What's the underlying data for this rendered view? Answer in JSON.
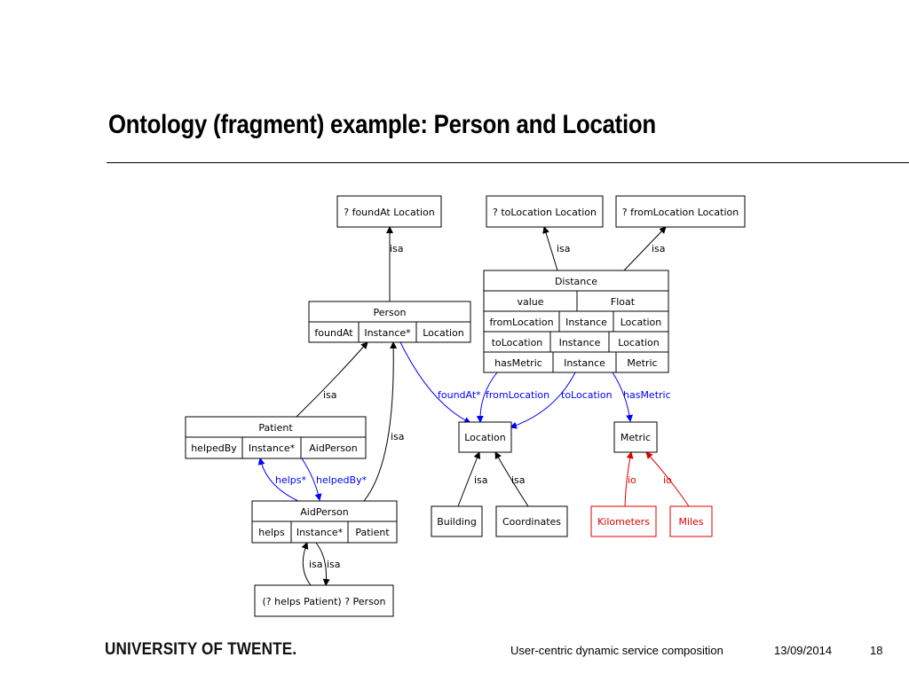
{
  "slide": {
    "title": "Ontology (fragment) example: Person and Location"
  },
  "diagram": {
    "nodes": {
      "found_at_location": "? foundAt Location",
      "to_location_location": "? toLocation Location",
      "from_location_location": "? fromLocation Location",
      "person": {
        "title": "Person",
        "row": [
          "foundAt",
          "Instance*",
          "Location"
        ]
      },
      "distance": {
        "title": "Distance",
        "row1": [
          "value",
          "Float"
        ],
        "row2": [
          "fromLocation",
          "Instance",
          "Location"
        ],
        "row3": [
          "toLocation",
          "Instance",
          "Location"
        ],
        "row4": [
          "hasMetric",
          "Instance",
          "Metric"
        ]
      },
      "patient": {
        "title": "Patient",
        "row": [
          "helpedBy",
          "Instance*",
          "AidPerson"
        ]
      },
      "location": "Location",
      "metric": "Metric",
      "aid_person": {
        "title": "AidPerson",
        "row": [
          "helps",
          "Instance*",
          "Patient"
        ]
      },
      "building": "Building",
      "coordinates": "Coordinates",
      "kilometers": "Kilometers",
      "miles": "Miles",
      "helps_patient_person": "(? helps Patient) ? Person"
    },
    "edge_labels": {
      "isa": "isa",
      "io": "io",
      "foundAt": "foundAt*",
      "fromLocation": "fromLocation",
      "toLocation": "toLocation",
      "hasMetric": "hasMetric",
      "helps": "helps*",
      "helpedBy": "helpedBy*"
    },
    "colors": {
      "black": "#000000",
      "blue": "#0000ff",
      "red": "#e00000"
    }
  },
  "footer": {
    "logo": "UNIVERSITY OF TWENTE.",
    "subject": "User-centric dynamic service composition",
    "date": "13/09/2014",
    "page": "18"
  }
}
